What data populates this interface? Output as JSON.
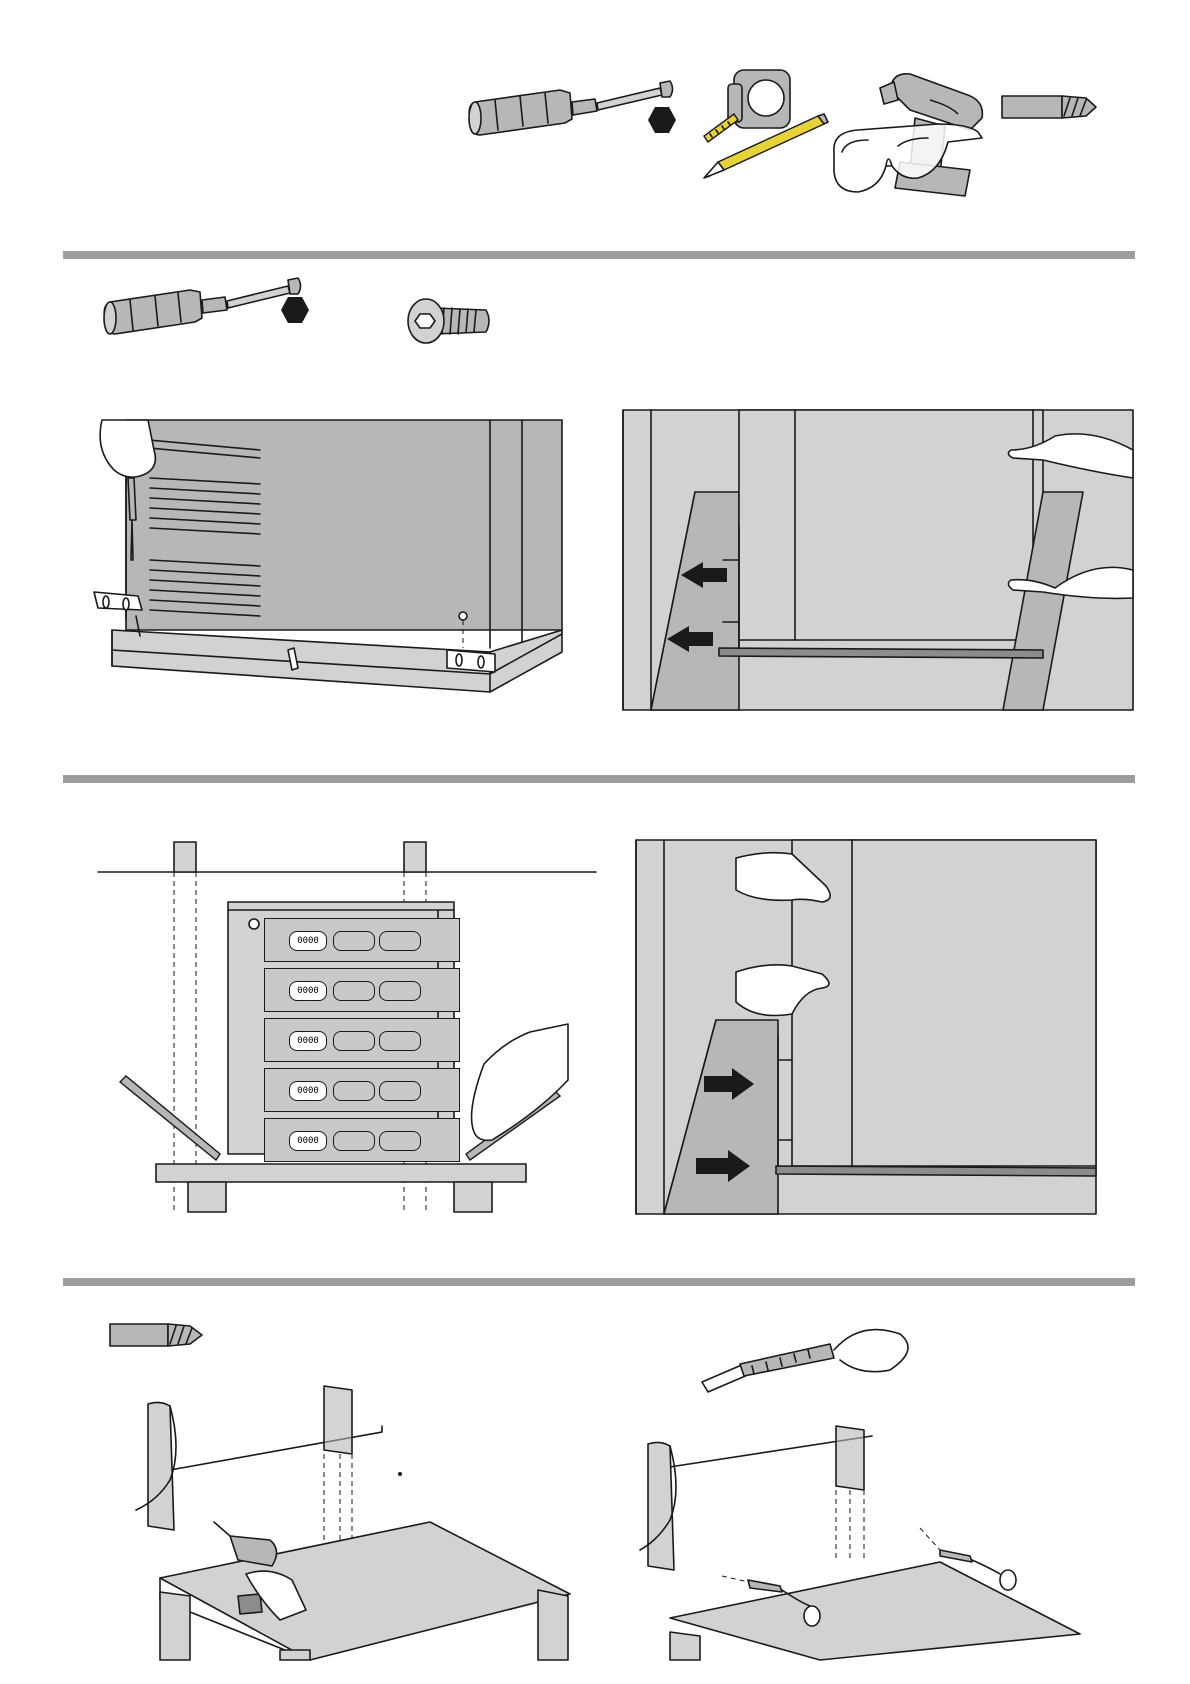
{
  "document": {
    "type": "wordless assembly instructions",
    "accent_color": "#9d9d9d",
    "line_color": "#1a1a1a",
    "fill_color": "#b7b7b7"
  },
  "tools": [
    "screwdriver-icon",
    "hex-bit-icon",
    "tape-measure-icon",
    "pencil-icon",
    "power-drill-icon",
    "safety-glasses-icon",
    "drill-bit-icon"
  ],
  "steps": [
    {
      "id": 1,
      "parts": [
        "screwdriver-icon",
        "hex-bit-icon",
        "hex-socket-screw-icon"
      ],
      "panels": [
        "remove-transport-brackets",
        "slide-unit-off-pallet"
      ]
    },
    {
      "id": 2,
      "panels": [
        "mark-anchor-holes",
        "push-unit-against-wall"
      ],
      "drawer_readout": "0000"
    },
    {
      "id": 3,
      "parts": [
        "drill-bit-icon"
      ],
      "panels": [
        "drill-holes-in-surface",
        "attach-cable-anchors"
      ]
    }
  ]
}
